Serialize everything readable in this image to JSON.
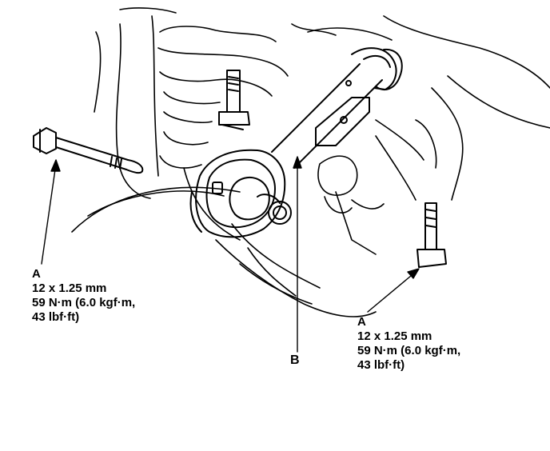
{
  "callouts": {
    "left": {
      "letter": "A",
      "size": "12 x 1.25 mm",
      "torque": "59 N·m (6.0 kgf·m,",
      "torque_cont": "43 lbf·ft)"
    },
    "right": {
      "letter": "A",
      "size": "12 x 1.25 mm",
      "torque": "59 N·m (6.0 kgf·m,",
      "torque_cont": "43 lbf·ft)"
    },
    "b": {
      "letter": "B"
    }
  }
}
